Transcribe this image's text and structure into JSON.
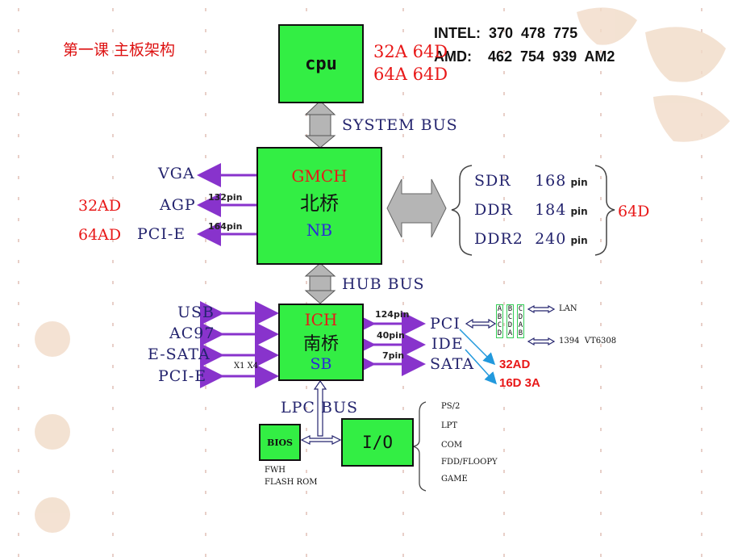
{
  "title": "第一课 主板架构",
  "cpu_support": {
    "intel": "INTEL:  370  478  775",
    "amd": "AMD:    462  754  939  AM2"
  },
  "cpu": {
    "label": "cpu",
    "spec_line1": "32A 64D",
    "spec_line2": "64A 64D"
  },
  "system_bus": "SYSTEM BUS",
  "northbridge": {
    "name": "GMCH",
    "cn": "北桥",
    "abbr": "NB"
  },
  "nb_left": {
    "vga": "VGA",
    "agp": "AGP",
    "agp_pins": "132pin",
    "agp_bus": "32AD",
    "pcie": "PCI-E",
    "pcie_pins": "164pin",
    "pcie_bus": "64AD"
  },
  "memory": {
    "rows": [
      {
        "type": "SDR",
        "pins": "168",
        "unit": "pin"
      },
      {
        "type": "DDR",
        "pins": "184",
        "unit": "pin"
      },
      {
        "type": "DDR2",
        "pins": "240",
        "unit": "pin"
      }
    ],
    "bus": "64D"
  },
  "hub_bus": "HUB BUS",
  "southbridge": {
    "name": "ICH",
    "cn": "南桥",
    "abbr": "SB"
  },
  "sb_left": {
    "usb": "USB",
    "ac97": "AC97",
    "esata": "E-SATA",
    "pcie": "PCI-E",
    "pcie_lanes": "X1 X4"
  },
  "sb_right": {
    "pci": "PCI",
    "pci_pins": "124pin",
    "ide": "IDE",
    "ide_pins": "40pin",
    "sata": "SATA",
    "sata_pins": "7pin",
    "pci_bus": "32AD",
    "ide_bus": "16D 3A"
  },
  "pci_slots": {
    "slot1": [
      "A",
      "B",
      "C",
      "D"
    ],
    "slot2": [
      "B",
      "C",
      "D",
      "A"
    ],
    "slot3": [
      "C",
      "D",
      "A",
      "B"
    ],
    "lan": "LAN",
    "ieee1394": "1394  VT6308"
  },
  "lpc_bus": "LPC BUS",
  "bios": {
    "label": "BIOS",
    "note1": "FWH",
    "note2": "FLASH ROM"
  },
  "io": {
    "label": "I/O",
    "items": [
      "PS/2",
      "LPT",
      "COM",
      "FDD/FLOOPY",
      "GAME"
    ]
  },
  "colors": {
    "chip_green": "#33ee44",
    "arrow_purple": "#8833cc",
    "bus_navy": "#24246e",
    "highlight_red": "#e81818",
    "line_blue": "#2299dd"
  }
}
